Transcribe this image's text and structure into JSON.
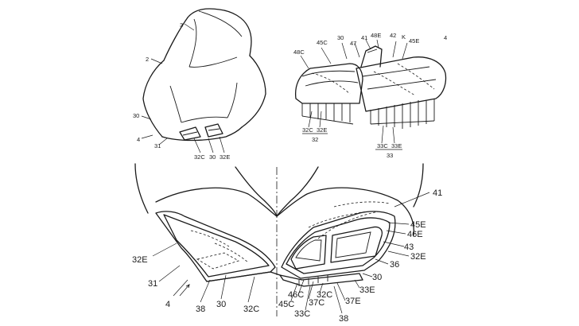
{
  "fig_top_left": {
    "labels": {
      "l3": "3",
      "l2": "2",
      "l30": "30",
      "l4": "4",
      "l31": "31",
      "l32c": "32C",
      "l30b": "30",
      "l32e": "32E"
    }
  },
  "fig_top_right": {
    "labels": {
      "l4": "4",
      "l45c": "45C",
      "l30": "30",
      "l47": "47",
      "l41": "41",
      "l48e": "48E",
      "l42": "42",
      "lk": "K",
      "l45e": "45E",
      "l48c": "48C",
      "l32c": "32C",
      "l32e": "32E",
      "l32": "32",
      "l33c": "33C",
      "l33e": "33E",
      "l33": "33"
    }
  },
  "fig_bottom": {
    "labels": {
      "l41": "41",
      "l45e": "45E",
      "l46e": "46E",
      "l43": "43",
      "l32e_r": "32E",
      "l36": "36",
      "l30_r": "30",
      "l33e": "33E",
      "l37e": "37E",
      "l38_r": "38",
      "l32c_r": "32C",
      "l46c": "46C",
      "l37c": "37C",
      "l45c": "45C",
      "l33c": "33C",
      "l32e_l": "32E",
      "l31": "31",
      "l4": "4",
      "l38_l": "38",
      "l30_l": "30",
      "l32c_l": "32C"
    }
  }
}
